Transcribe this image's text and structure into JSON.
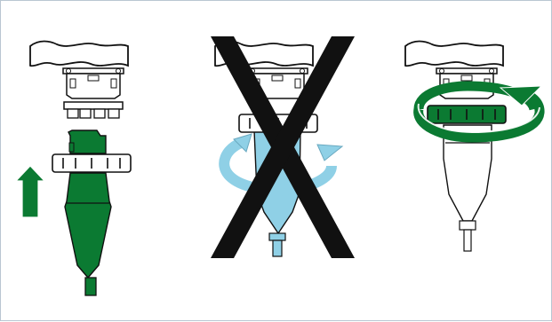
{
  "figure": {
    "panels": [
      {
        "id": "push-up",
        "state": "correct"
      },
      {
        "id": "twist-cable",
        "state": "incorrect"
      },
      {
        "id": "rotate-nut",
        "state": "correct"
      }
    ],
    "icons": [
      "up-arrow-icon",
      "rotate-arrow-icon",
      "cross-icon",
      "rotate-arrow-icon"
    ]
  },
  "colors": {
    "green": "#0b7a32",
    "light_blue": "#8fd0e6",
    "outline": "#111111",
    "frame_border": "#b9c6d2"
  }
}
